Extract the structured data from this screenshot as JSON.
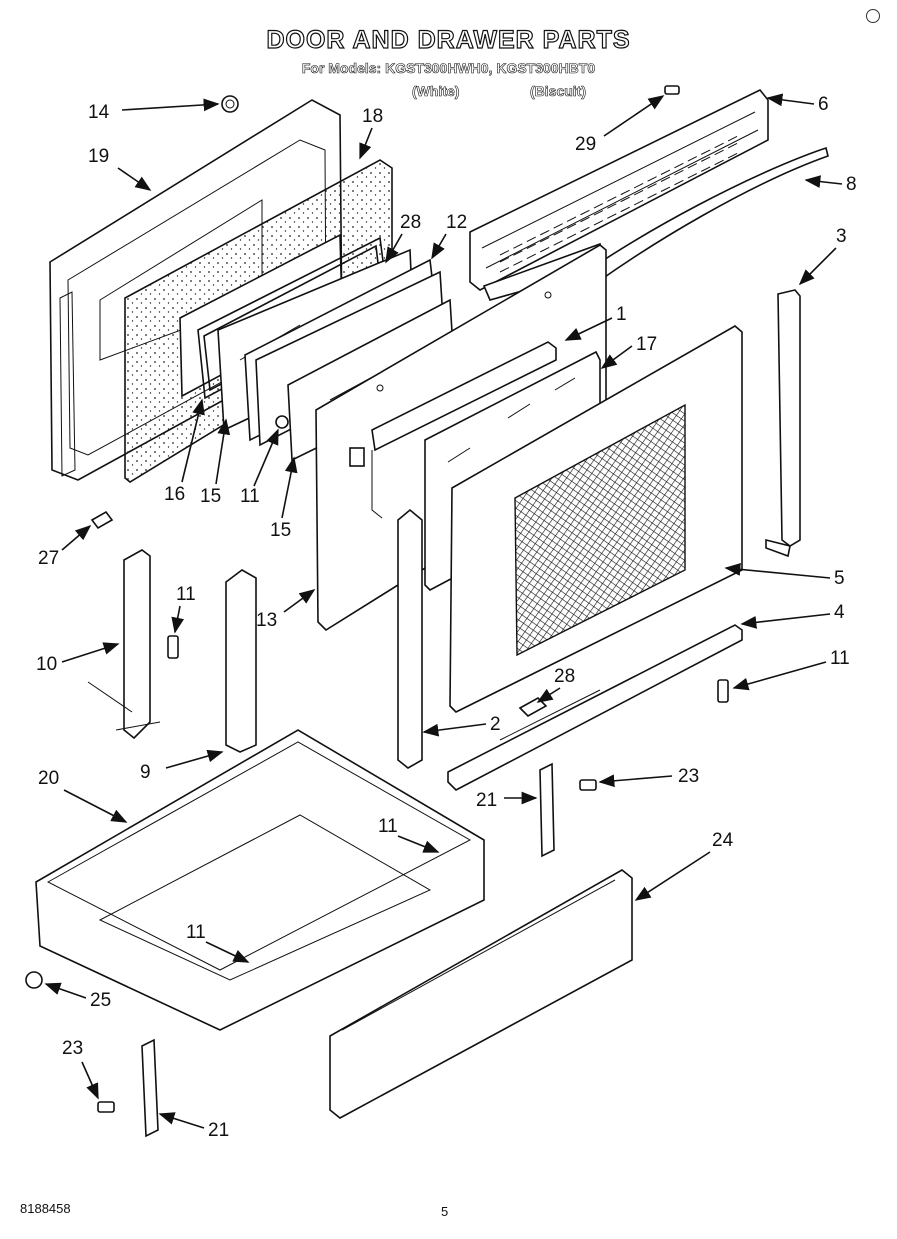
{
  "header": {
    "title": "DOOR AND DRAWER PARTS",
    "models_line": "For Models: KGST300HWH0, KGST300HBT0",
    "variant_left": "(White)",
    "variant_right": "(Biscuit)"
  },
  "footer": {
    "doc_number": "8188458",
    "page_number": "5"
  },
  "callouts": [
    "14",
    "19",
    "18",
    "28",
    "12",
    "29",
    "6",
    "8",
    "3",
    "1",
    "17",
    "16",
    "15",
    "11",
    "15",
    "27",
    "11",
    "10",
    "13",
    "5",
    "4",
    "11",
    "9",
    "28",
    "2",
    "20",
    "21",
    "23",
    "11",
    "24",
    "11",
    "25",
    "23",
    "21"
  ]
}
